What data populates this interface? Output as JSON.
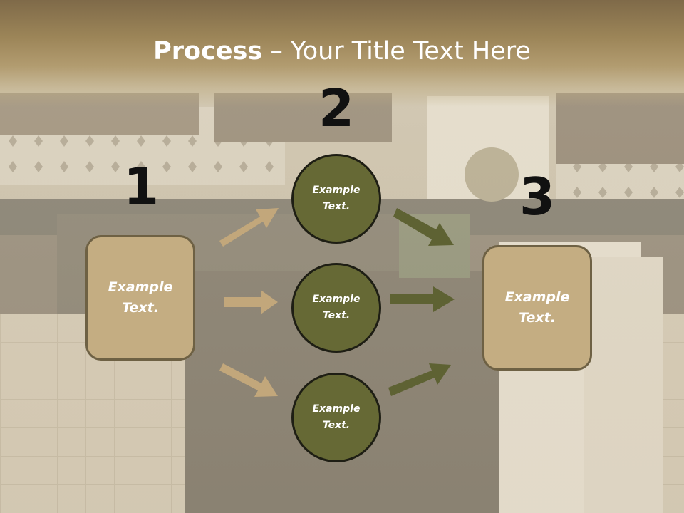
{
  "title": {
    "bold": "Process",
    "rest": " – Your Title Text Here"
  },
  "steps": {
    "one": "1",
    "two": "2",
    "three": "3"
  },
  "boxes": {
    "left": "Example\nText.",
    "right": "Example\nText."
  },
  "circles": {
    "top": "Example\nText.",
    "middle": "Example\nText.",
    "bottom": "Example\nText."
  },
  "colors": {
    "title_band": "#9c8558",
    "box_fill": "#c4ad82",
    "circle_fill": "#666935",
    "tan_arrow": "#c2a77b",
    "olive_arrow": "#5e6233"
  },
  "background": "kitchen-photo"
}
